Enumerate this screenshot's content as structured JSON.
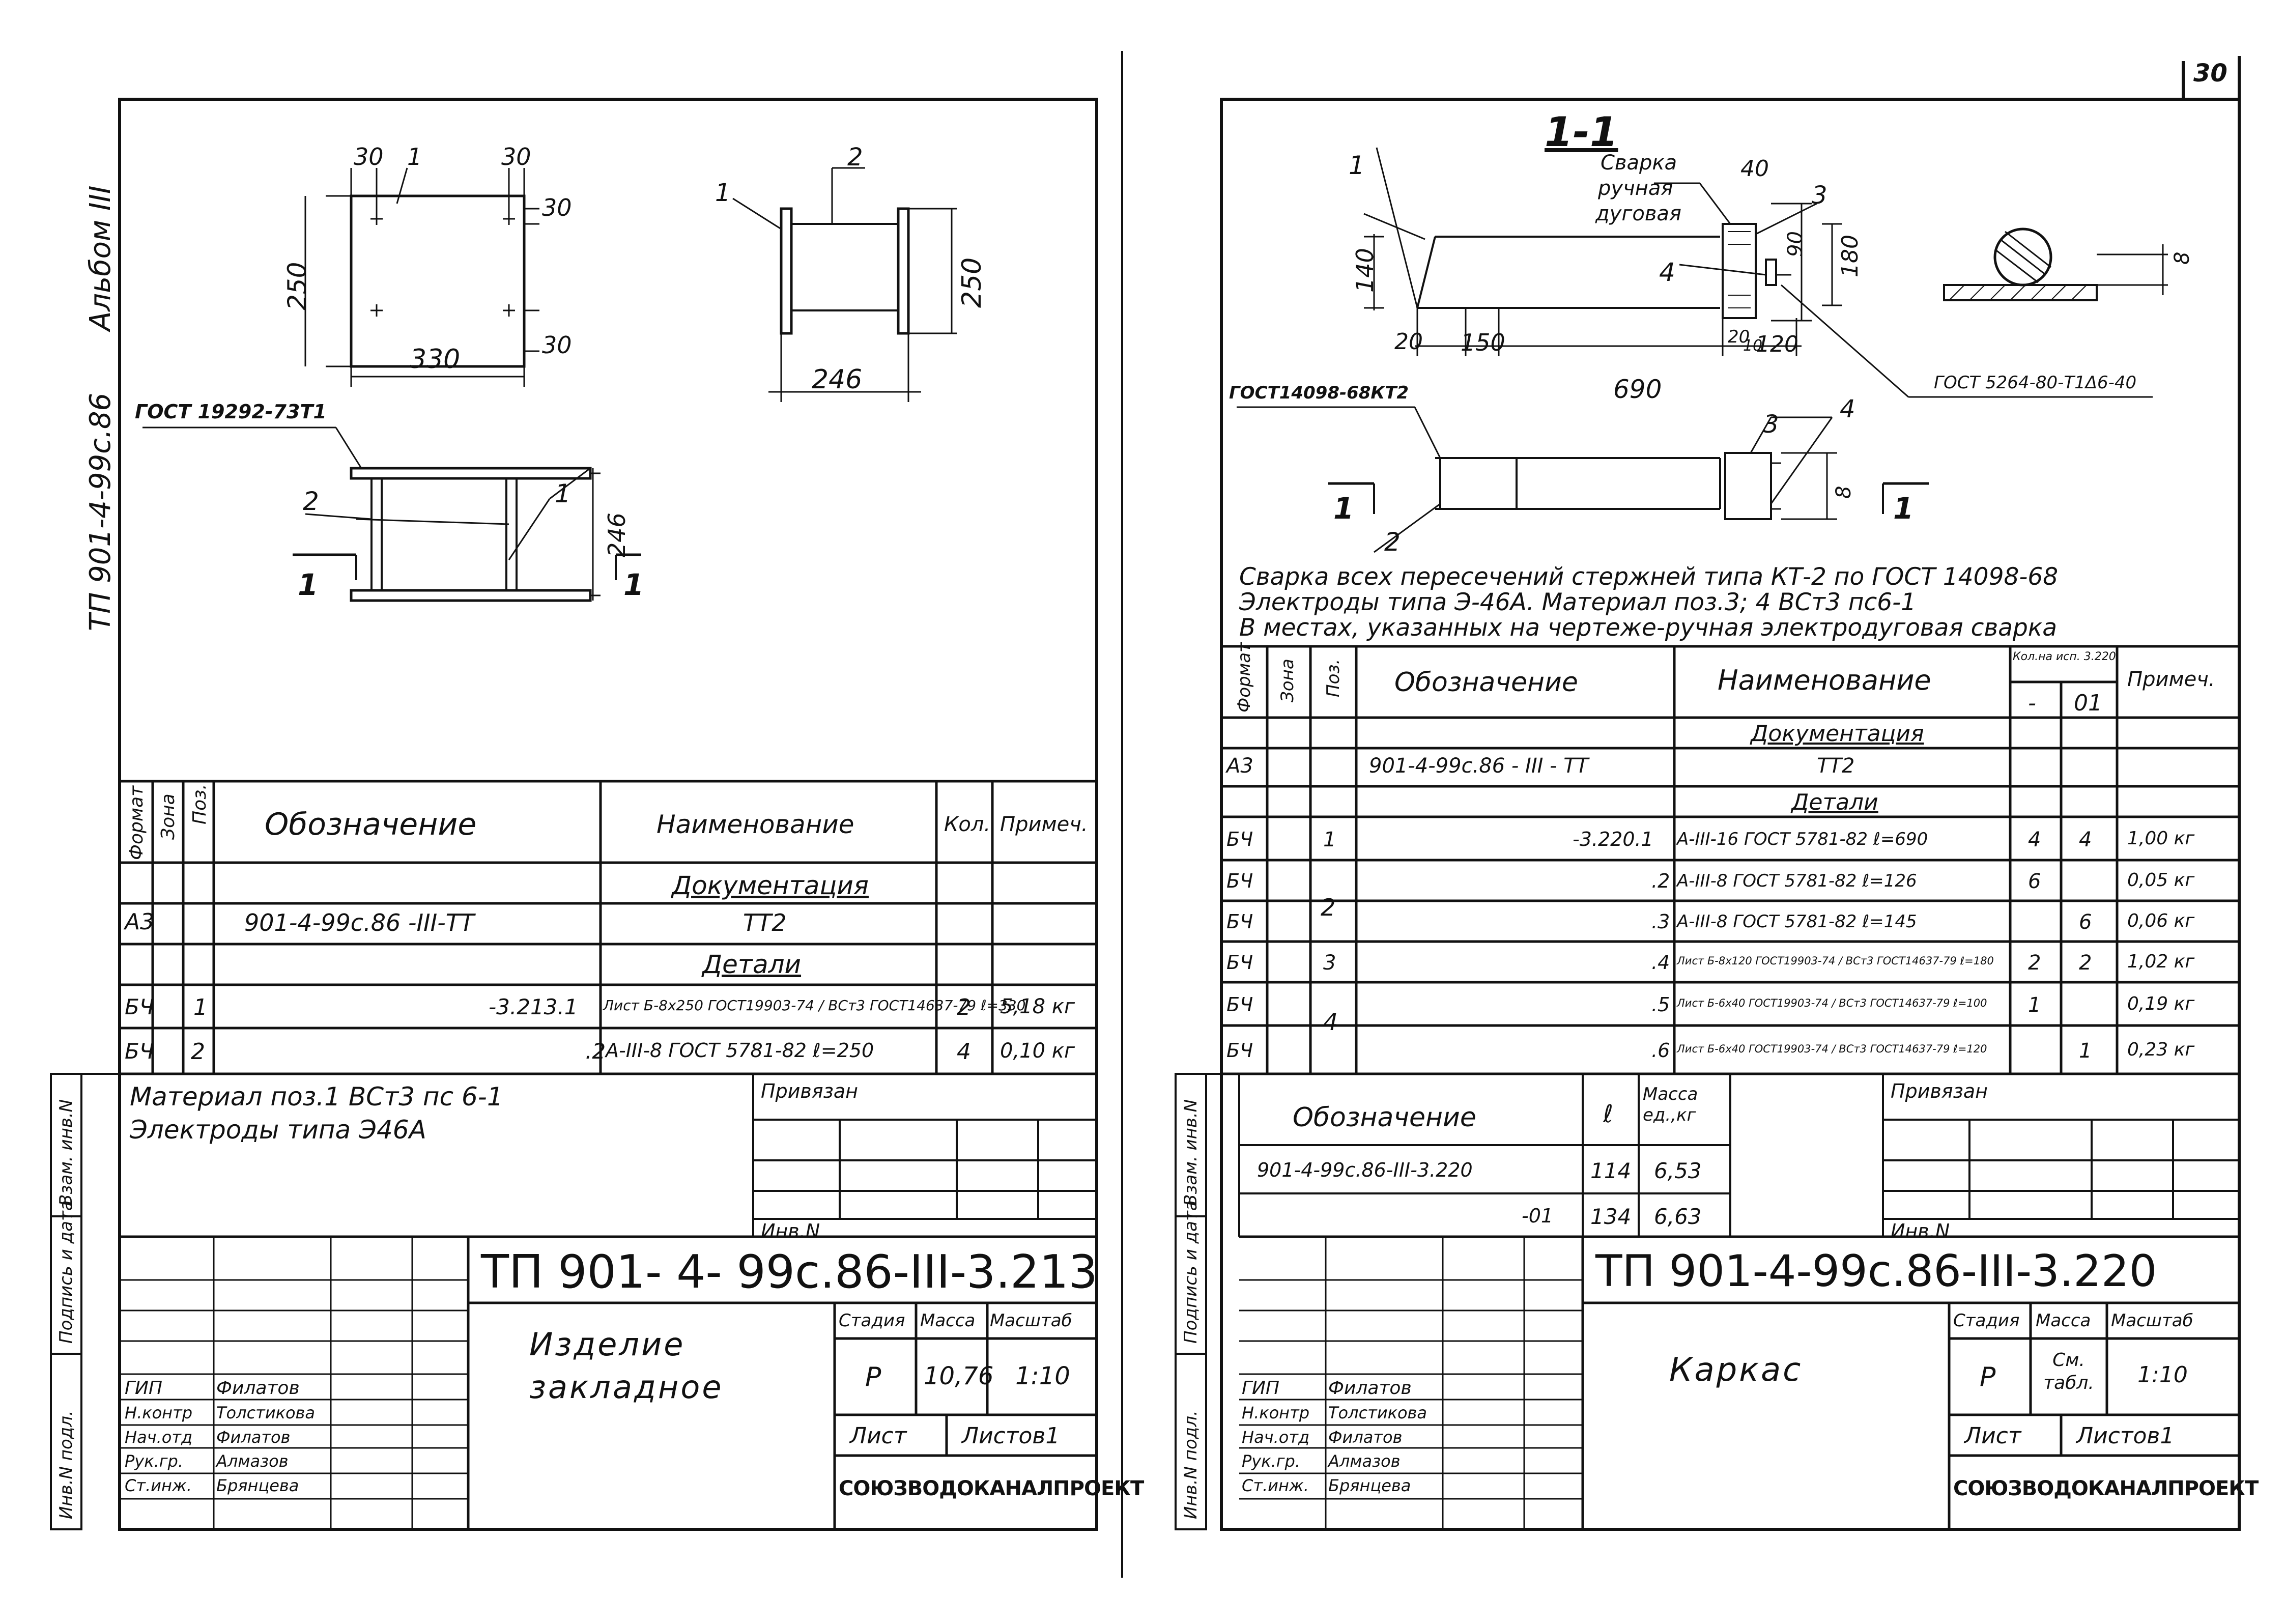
{
  "page_number": "30",
  "album_label": "Альбом III",
  "series_label": "ТП 901-4-99с.86",
  "side_stamp_labels": [
    "Инв.N подл.",
    "Подпись и дата",
    "Взам. инв.N"
  ],
  "left_sheet": {
    "plan_dims": [
      "30",
      "1",
      "30",
      "30",
      "250",
      "330",
      "30"
    ],
    "side_dims": [
      "1",
      "2",
      "250",
      "246"
    ],
    "front_labels": [
      "ГОСТ 19292-73Т1",
      "2",
      "1",
      "1",
      "1",
      "246"
    ],
    "spec_headers": [
      "Формат",
      "Зона",
      "Поз.",
      "Обозначение",
      "Наименование",
      "Кол.",
      "Примеч."
    ],
    "spec_rows": [
      {
        "fmt": "",
        "zone": "",
        "pos": "",
        "designation": "",
        "name": "Документация",
        "qty": "",
        "note": ""
      },
      {
        "fmt": "А3",
        "zone": "",
        "pos": "",
        "designation": "901-4-99с.86     -III-ТТ",
        "name": "ТТ2",
        "qty": "",
        "note": ""
      },
      {
        "fmt": "",
        "zone": "",
        "pos": "",
        "designation": "",
        "name": "Детали",
        "qty": "",
        "note": ""
      },
      {
        "fmt": "БЧ",
        "zone": "",
        "pos": "1",
        "designation": "-3.213.1",
        "name": "Лист Б-8х250 ГОСТ19903-74 / ВСт3 ГОСТ14637-79  ℓ=330",
        "qty": "2",
        "note": "5,18 кг"
      },
      {
        "fmt": "БЧ",
        "zone": "",
        "pos": "2",
        "designation": ".2",
        "name": "А-III-8 ГОСТ 5781-82 ℓ=250",
        "qty": "4",
        "note": "0,10 кг"
      }
    ],
    "notes": [
      "Материал поз.1 ВСт3 пс 6-1",
      "Электроды типа Э46А"
    ],
    "privyazan": "Привязан",
    "inv_label": "Инв.N",
    "doc_code": "ТП 901- 4- 99с.86-III-3.213",
    "title": "Изделие закладное",
    "stage_headers": [
      "Стадия",
      "Масса",
      "Масштаб"
    ],
    "stage_values": [
      "Р",
      "10,76",
      "1:10"
    ],
    "sheet_label": "Лист",
    "sheets_label": "Листов1",
    "org": "СОЮЗВОДОКАНАЛПРОЕКТ",
    "signers": [
      {
        "role": "ГИП",
        "name": "Филатов"
      },
      {
        "role": "Н.контр",
        "name": "Толстикова"
      },
      {
        "role": "Нач.отд",
        "name": "Филатов"
      },
      {
        "role": "Рук.гр.",
        "name": "Алмазов"
      },
      {
        "role": "Ст.инж.",
        "name": "Брянцева"
      }
    ]
  },
  "right_sheet": {
    "section_title": "1-1",
    "weld_note": [
      "Сварка",
      "ручная",
      "дуговая"
    ],
    "dims": [
      "1",
      "40",
      "3",
      "140",
      "90",
      "180",
      "4",
      "20",
      "150",
      "20",
      "10",
      "120",
      "690",
      "8"
    ],
    "gost_labels": [
      "ГОСТ 5264-80-Т1Δ6-40",
      "ГОСТ14098-68КТ2"
    ],
    "elev_labels": [
      "3",
      "4",
      "2",
      "1",
      "1",
      "8"
    ],
    "general_notes": [
      "Сварка всех пересечений стержней типа КТ-2 по ГОСТ 14098-68",
      "Электроды типа Э-46А. Материал поз.3; 4 ВСт3 пс6-1",
      "В местах, указанных на чертеже-ручная электродуговая сварка"
    ],
    "spec_headers": [
      "Формат",
      "Зона",
      "Поз.",
      "Обозначение",
      "Наименование",
      "Кол.на исп. 3.220",
      "Примеч."
    ],
    "exec_cols": [
      "-",
      "01"
    ],
    "spec_rows": [
      {
        "fmt": "",
        "zone": "",
        "pos": "",
        "designation": "",
        "name": "Документация",
        "q1": "",
        "q2": "",
        "note": ""
      },
      {
        "fmt": "А3",
        "zone": "",
        "pos": "",
        "designation": "901-4-99с.86 - III - ТТ",
        "name": "ТТ2",
        "q1": "",
        "q2": "",
        "note": ""
      },
      {
        "fmt": "",
        "zone": "",
        "pos": "",
        "designation": "",
        "name": "Детали",
        "q1": "",
        "q2": "",
        "note": ""
      },
      {
        "fmt": "БЧ",
        "zone": "",
        "pos": "1",
        "designation": "-3.220.1",
        "name": "А-III-16 ГОСТ 5781-82 ℓ=690",
        "q1": "4",
        "q2": "4",
        "note": "1,00 кг"
      },
      {
        "fmt": "БЧ",
        "zone": "",
        "pos": "",
        "designation": ".2",
        "name": "А-III-8 ГОСТ 5781-82 ℓ=126",
        "q1": "6",
        "q2": "",
        "note": "0,05 кг"
      },
      {
        "fmt": "БЧ",
        "zone": "",
        "pos": "2",
        "designation": ".3",
        "name": "А-III-8 ГОСТ 5781-82 ℓ=145",
        "q1": "",
        "q2": "6",
        "note": "0,06 кг"
      },
      {
        "fmt": "БЧ",
        "zone": "",
        "pos": "3",
        "designation": ".4",
        "name": "Лист Б-8х120 ГОСТ19903-74 / ВСт3 ГОСТ14637-79 ℓ=180",
        "q1": "2",
        "q2": "2",
        "note": "1,02 кг"
      },
      {
        "fmt": "БЧ",
        "zone": "",
        "pos": "",
        "designation": ".5",
        "name": "Лист Б-6х40 ГОСТ19903-74 / ВСт3 ГОСТ14637-79 ℓ=100",
        "q1": "1",
        "q2": "",
        "note": "0,19 кг"
      },
      {
        "fmt": "БЧ",
        "zone": "",
        "pos": "4",
        "designation": ".6",
        "name": "Лист Б-6х40 ГОСТ19903-74 / ВСт3 ГОСТ14637-79 ℓ=120",
        "q1": "",
        "q2": "1",
        "note": "0,23 кг"
      }
    ],
    "exec_headers": [
      "Обозначение",
      "ℓ",
      "Масса ед.,кг"
    ],
    "exec_rows": [
      {
        "designation": "901-4-99с.86-III-3.220",
        "l": "114",
        "mass": "6,53"
      },
      {
        "designation": "-01",
        "l": "134",
        "mass": "6,63"
      }
    ],
    "privyazan": "Привязан",
    "inv_label": "Инв.N",
    "doc_code": "ТП 901-4-99с.86-III-3.220",
    "title": "Каркас",
    "stage_headers": [
      "Стадия",
      "Масса",
      "Масштаб"
    ],
    "stage_values": [
      "Р",
      "См. табл.",
      "1:10"
    ],
    "sheet_label": "Лист",
    "sheets_label": "Листов1",
    "org": "СОЮЗВОДОКАНАЛПРОЕКТ",
    "signers": [
      {
        "role": "ГИП",
        "name": "Филатов"
      },
      {
        "role": "Н.контр",
        "name": "Толстикова"
      },
      {
        "role": "Нач.отд",
        "name": "Филатов"
      },
      {
        "role": "Рук.гр.",
        "name": "Алмазов"
      },
      {
        "role": "Ст.инж.",
        "name": "Брянцева"
      }
    ]
  }
}
